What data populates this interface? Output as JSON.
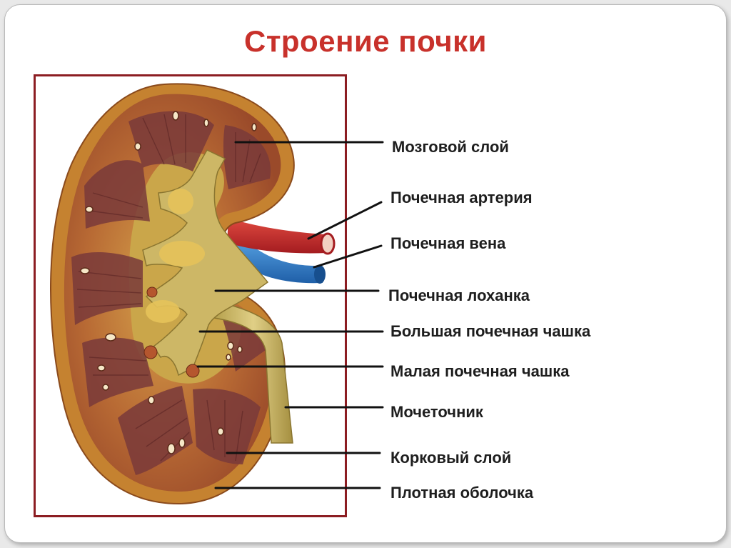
{
  "title": "Строение почки",
  "colors": {
    "title": "#c8312b",
    "frame": "#8c1d22",
    "capsule": "#c27a2c",
    "cortex": "#b8672f",
    "medulla": "#7a3a3a",
    "pelvis": "#b9a85a",
    "artery": "#c8282a",
    "vein": "#2d7fc7"
  },
  "labels": [
    {
      "id": "medulla",
      "text": "Мозговой слой"
    },
    {
      "id": "renal-artery",
      "text": "Почечная артерия"
    },
    {
      "id": "renal-vein",
      "text": "Почечная вена"
    },
    {
      "id": "renal-pelvis",
      "text": "Почечная лоханка"
    },
    {
      "id": "major-calyx",
      "text": "Большая почечная чашка"
    },
    {
      "id": "minor-calyx",
      "text": "Малая почечная чашка"
    },
    {
      "id": "ureter",
      "text": "Мочеточник"
    },
    {
      "id": "cortex",
      "text": "Корковый слой"
    },
    {
      "id": "capsule",
      "text": "Плотная оболочка"
    }
  ]
}
